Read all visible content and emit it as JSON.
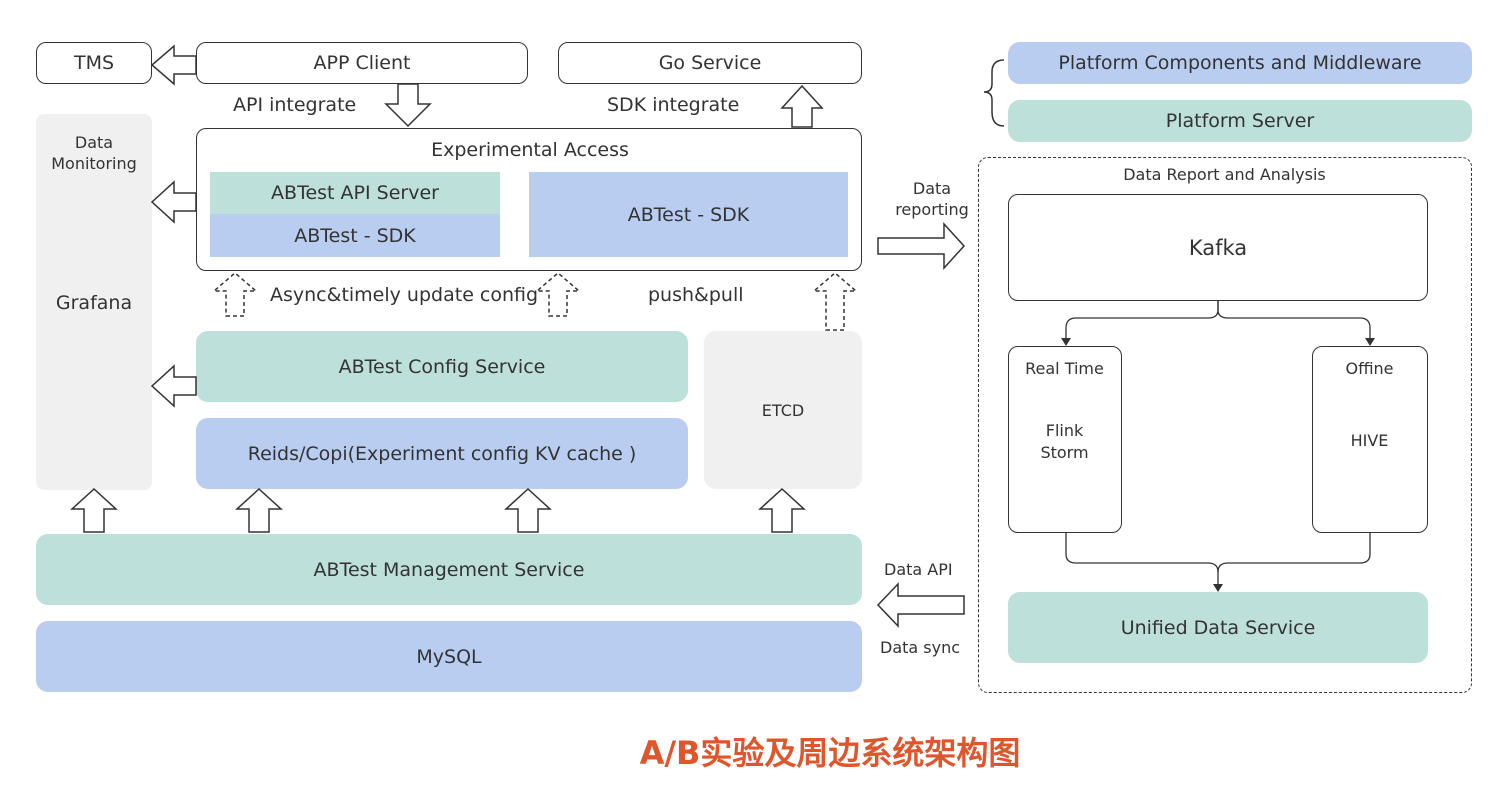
{
  "top": {
    "tms": "TMS",
    "app_client": "APP Client",
    "go_service": "Go Service",
    "api_integrate": "API integrate",
    "sdk_integrate": "SDK integrate"
  },
  "legend": {
    "platform_components": "Platform Components and Middleware",
    "platform_server": "Platform Server"
  },
  "monitoring": {
    "title": "Data\nMonitoring",
    "grafana": "Grafana"
  },
  "access": {
    "title": "Experimental Access",
    "api_server": "ABTest API Server",
    "sdk_left": "ABTest - SDK",
    "sdk_right": "ABTest - SDK"
  },
  "middle": {
    "async_label": "Async&timely update config",
    "push_pull": "push&pull",
    "config_service": "ABTest Config Service",
    "cache": "Reids/Copi(Experiment config KV cache )",
    "etcd": "ETCD"
  },
  "bottom": {
    "management": "ABTest Management Service",
    "mysql": "MySQL"
  },
  "analysis": {
    "title": "Data Report and Analysis",
    "data_reporting": "Data\nreporting",
    "kafka": "Kafka",
    "realtime_title": "Real Time",
    "realtime_body": "Flink\nStorm",
    "offline_title": "Offine",
    "offline_body": "HIVE",
    "unified": "Unified Data Service",
    "data_api": "Data API",
    "data_sync": "Data sync"
  },
  "caption": "A/B实验及周边系统架构图",
  "colors": {
    "green": "#bde0db",
    "blue": "#b9cdf0",
    "gray": "#f0f0f0",
    "caption": "#e0562c"
  }
}
